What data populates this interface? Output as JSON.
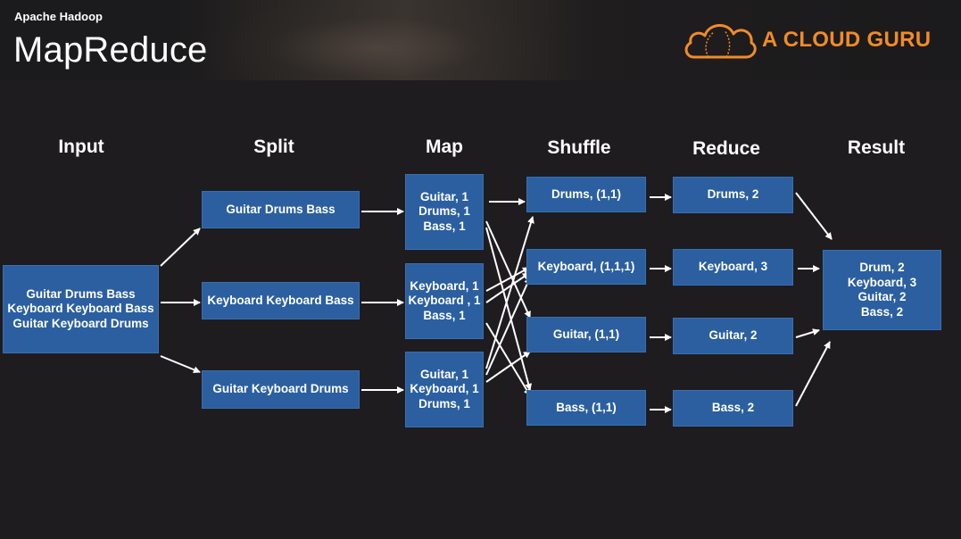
{
  "header": {
    "subtitle": "Apache Hadoop",
    "title": "MapReduce",
    "brand": "A CLOUD GURU",
    "brand_color": "#f18b27"
  },
  "columns": {
    "input": "Input",
    "split": "Split",
    "map": "Map",
    "shuffle": "Shuffle",
    "reduce": "Reduce",
    "result": "Result"
  },
  "input": {
    "lines": [
      "Guitar Drums Bass",
      "Keyboard  Keyboard Bass",
      "Guitar Keyboard Drums"
    ]
  },
  "split": {
    "items": [
      "Guitar Drums Bass",
      "Keyboard  Keyboard Bass",
      "Guitar Keyboard Drums"
    ]
  },
  "map": {
    "groups": [
      [
        "Guitar, 1",
        "Drums, 1",
        "Bass, 1"
      ],
      [
        "Keyboard, 1",
        "Keyboard , 1",
        "Bass, 1"
      ],
      [
        "Guitar, 1",
        "Keyboard, 1",
        "Drums, 1"
      ]
    ]
  },
  "shuffle": {
    "items": [
      "Drums, (1,1)",
      "Keyboard, (1,1,1)",
      "Guitar, (1,1)",
      "Bass, (1,1)"
    ]
  },
  "reduce": {
    "items": [
      "Drums, 2",
      "Keyboard, 3",
      "Guitar, 2",
      "Bass, 2"
    ]
  },
  "result": {
    "lines": [
      "Drum, 2",
      "Keyboard, 3",
      "Guitar, 2",
      "Bass, 2"
    ]
  },
  "colors": {
    "box": "#2b5fa0",
    "background": "#1e1c1f"
  }
}
